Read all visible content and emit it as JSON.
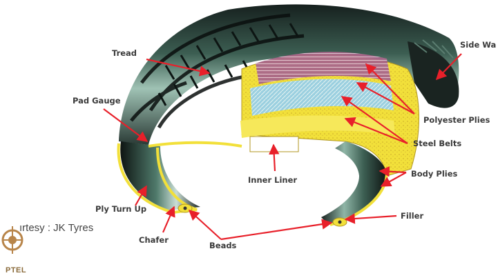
{
  "labels": {
    "tread": "Tread",
    "side_wall": "Side Wa",
    "pad_gauge": "Pad Gauge",
    "polyester_plies": "Polyester Plies",
    "steel_belts": "Steel Belts",
    "inner_liner": "Inner Liner",
    "body_plies": "Body Plies",
    "ply_turn_up": "Ply Turn Up",
    "filler": "Filler",
    "chafer": "Chafer",
    "beads": "Beads"
  },
  "credit": "ırtesy : JK Tyres",
  "logo_text": "PTEL",
  "colors": {
    "arrow": "#e8202a",
    "tread_dark": "#1c2422",
    "tread_green": "#5f8a78",
    "tread_light": "#c7dcd3",
    "yellow": "#f2e03a",
    "polyester": "#9b5577",
    "steel": "#8ec9e6"
  }
}
